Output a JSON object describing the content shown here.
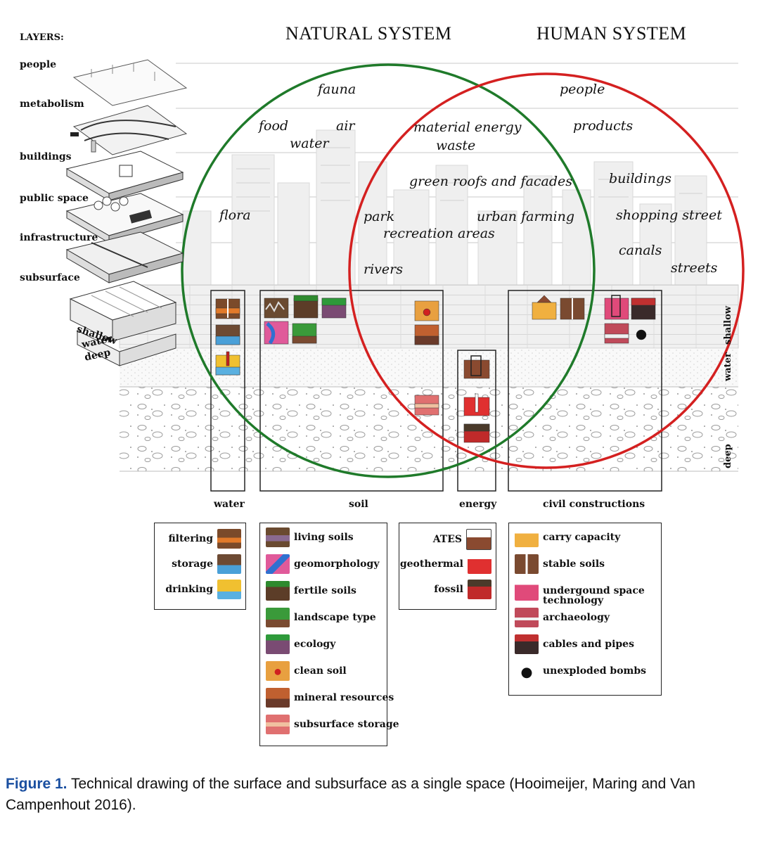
{
  "layers": {
    "title": "LAYERS:",
    "items": [
      "people",
      "metabolism",
      "buildings",
      "public space",
      "infrastructure",
      "subsurface"
    ],
    "depth_labels": [
      "shallow",
      "water",
      "deep"
    ]
  },
  "systems": {
    "natural": "NATURAL SYSTEM",
    "human": "HUMAN SYSTEM",
    "natural_color": "#1f7a2a",
    "human_color": "#d42020"
  },
  "venn": {
    "fauna": "fauna",
    "people": "people",
    "food": "food",
    "air": "air",
    "water": "water",
    "material_energy": "material  energy",
    "waste": "waste",
    "products": "products",
    "green_roofs": "green roofs and facades",
    "buildings": "buildings",
    "flora": "flora",
    "park": "park",
    "urban_farming": "urban farming",
    "shopping_street": "shopping street",
    "recreation_areas": "recreation areas",
    "canals": "canals",
    "rivers": "rivers",
    "streets": "streets"
  },
  "right_labels": [
    "shallow",
    "water",
    "deep"
  ],
  "categories": [
    "water",
    "soil",
    "energy",
    "civil constructions"
  ],
  "legend": {
    "water": [
      {
        "label": "filtering",
        "icon": "filtering-icon"
      },
      {
        "label": "storage",
        "icon": "storage-icon"
      },
      {
        "label": "drinking",
        "icon": "drinking-icon"
      }
    ],
    "soil": [
      {
        "label": "living soils",
        "icon": "living-soils-icon"
      },
      {
        "label": "geomorphology",
        "icon": "geomorphology-icon"
      },
      {
        "label": "fertile soils",
        "icon": "fertile-soils-icon"
      },
      {
        "label": "landscape type",
        "icon": "landscape-type-icon"
      },
      {
        "label": "ecology",
        "icon": "ecology-icon"
      },
      {
        "label": "clean soil",
        "icon": "clean-soil-icon"
      },
      {
        "label": "mineral resources",
        "icon": "mineral-resources-icon"
      },
      {
        "label": "subsurface storage",
        "icon": "subsurface-storage-icon"
      }
    ],
    "energy": [
      {
        "label": "ATES",
        "icon": "ates-icon"
      },
      {
        "label": "geothermal",
        "icon": "geothermal-icon"
      },
      {
        "label": "fossil",
        "icon": "fossil-icon"
      }
    ],
    "civil": [
      {
        "label": "carry capacity",
        "icon": "carry-capacity-icon"
      },
      {
        "label": "stable soils",
        "icon": "stable-soils-icon"
      },
      {
        "label": "undergound space",
        "icon": "underground-space-icon"
      },
      {
        "label": "technology",
        "icon": "technology-icon"
      },
      {
        "label": "archaeology",
        "icon": "archaeology-icon"
      },
      {
        "label": "cables and pipes",
        "icon": "cables-pipes-icon"
      },
      {
        "label": "unexploded bombs",
        "icon": "bomb-icon"
      }
    ]
  },
  "caption": {
    "label": "Figure 1.",
    "text": " Technical drawing of the surface and subsurface as a single space (Hooimeijer, Maring and Van Campenhout 2016)."
  }
}
